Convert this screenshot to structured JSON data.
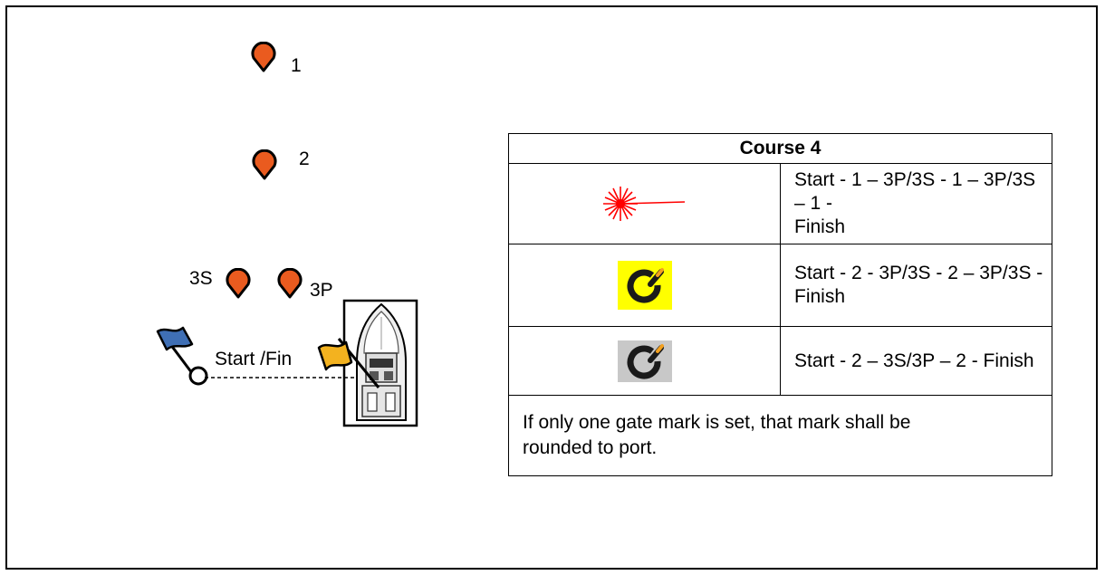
{
  "diagram": {
    "marks": [
      {
        "id": "mark-1",
        "label": "1"
      },
      {
        "id": "mark-2",
        "label": "2"
      },
      {
        "id": "mark-3s",
        "label": "3S"
      },
      {
        "id": "mark-3p",
        "label": "3P"
      }
    ],
    "start_line_label": "Start /Fin",
    "colors": {
      "mark_fill": "#ea5b1f",
      "blue_flag": "#3f6fb5",
      "yellow_flag": "#f3b21f",
      "laser": "#ff0000",
      "yellow_bg": "#ffff00",
      "gray_bg": "#c8c8c8"
    },
    "icons": {
      "mark": "buoy-marker-icon",
      "blue_flag": "blue-flag-icon",
      "yellow_flag": "yellow-flag-icon",
      "boat": "committee-boat-icon",
      "pin": "pin-end-icon"
    }
  },
  "course_table": {
    "title": "Course 4",
    "rows": [
      {
        "icon": "laser-icon",
        "text_line1": "Start - 1 – 3P/3S - 1 – 3P/3S – 1 -",
        "text_line2": "Finish"
      },
      {
        "icon": "yellow-power-icon",
        "text_line1": "Start - 2 - 3P/3S - 2 – 3P/3S -",
        "text_line2": "Finish"
      },
      {
        "icon": "gray-power-icon",
        "text_line1": "Start - 2 – 3S/3P – 2 - Finish",
        "text_line2": ""
      }
    ],
    "note_line1": "If only one gate mark is set, that mark shall be",
    "note_line2": "rounded to port."
  }
}
